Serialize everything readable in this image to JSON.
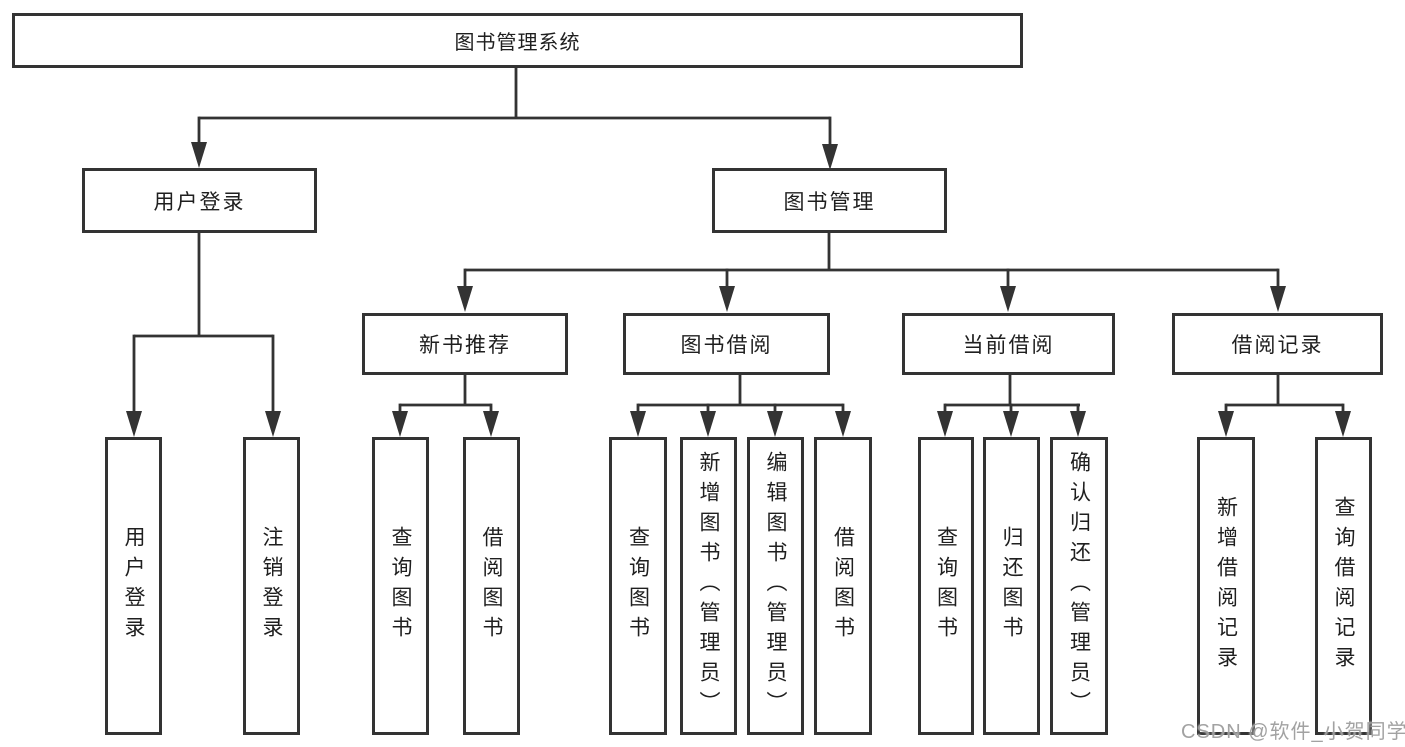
{
  "diagram": {
    "title": "图书管理系统",
    "tree": {
      "label": "图书管理系统",
      "children": [
        {
          "label": "用户登录",
          "children": [
            {
              "label": "用户登录"
            },
            {
              "label": "注销登录"
            }
          ]
        },
        {
          "label": "图书管理",
          "children": [
            {
              "label": "新书推荐",
              "children": [
                {
                  "label": "查询图书"
                },
                {
                  "label": "借阅图书"
                }
              ]
            },
            {
              "label": "图书借阅",
              "children": [
                {
                  "label": "查询图书"
                },
                {
                  "label": "新增图书（管理员）"
                },
                {
                  "label": "编辑图书（管理员）"
                },
                {
                  "label": "借阅图书"
                }
              ]
            },
            {
              "label": "当前借阅",
              "children": [
                {
                  "label": "查询图书"
                },
                {
                  "label": "归还图书"
                },
                {
                  "label": "确认归还（管理员）"
                }
              ]
            },
            {
              "label": "借阅记录",
              "children": [
                {
                  "label": "新增借阅记录"
                },
                {
                  "label": "查询借阅记录"
                }
              ]
            }
          ]
        }
      ]
    },
    "colors": {
      "line": "#333333",
      "box_border": "#333333",
      "text": "#1f1f1f",
      "background": "#ffffff",
      "watermark": "#9a9a9a"
    }
  },
  "watermark": {
    "text": "CSDN @软件_小贺同学"
  }
}
